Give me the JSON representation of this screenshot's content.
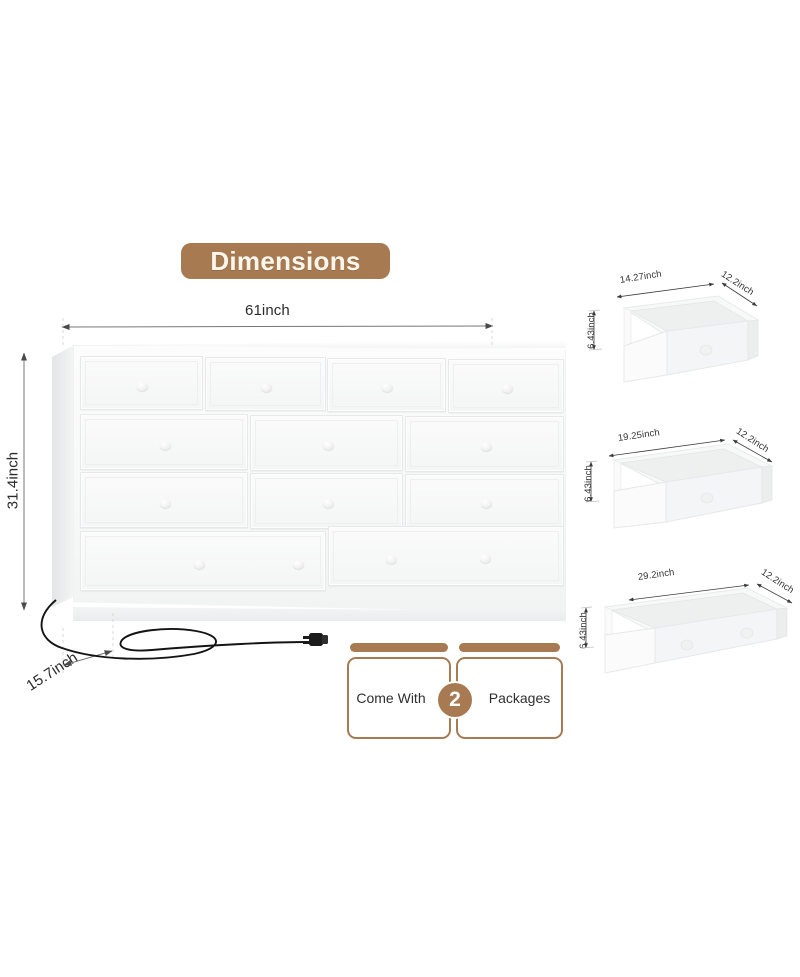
{
  "theme": {
    "brand_color": "#a87a52",
    "background": "#ffffff",
    "text_color": "#2b2b2b"
  },
  "header": {
    "title": "Dimensions"
  },
  "dresser": {
    "width_label": "61inch",
    "height_label": "31.4inch",
    "depth_label": "15.7inch",
    "rows": [
      {
        "drawers": [
          "drawer-1",
          "drawer-2",
          "drawer-3",
          "drawer-4"
        ]
      },
      {
        "drawers": [
          "drawer-5",
          "drawer-6",
          "drawer-7"
        ]
      },
      {
        "drawers": [
          "drawer-8",
          "drawer-9",
          "drawer-10"
        ]
      },
      {
        "drawers": [
          "drawer-11",
          "drawer-12"
        ]
      }
    ],
    "power_cord": "power-cord-with-plug"
  },
  "drawer_boxes": [
    {
      "id": "small-drawer",
      "width": "14.27inch",
      "depth": "12.2inch",
      "height": "6.43inch"
    },
    {
      "id": "medium-drawer",
      "width": "19.25inch",
      "depth": "12.2inch",
      "height": "6.43inch"
    },
    {
      "id": "large-drawer",
      "width": "29.2inch",
      "depth": "12.2inch",
      "height": "6.43inch"
    }
  ],
  "packages": {
    "left_text": "Come With",
    "count": "2",
    "right_text": "Packages"
  }
}
